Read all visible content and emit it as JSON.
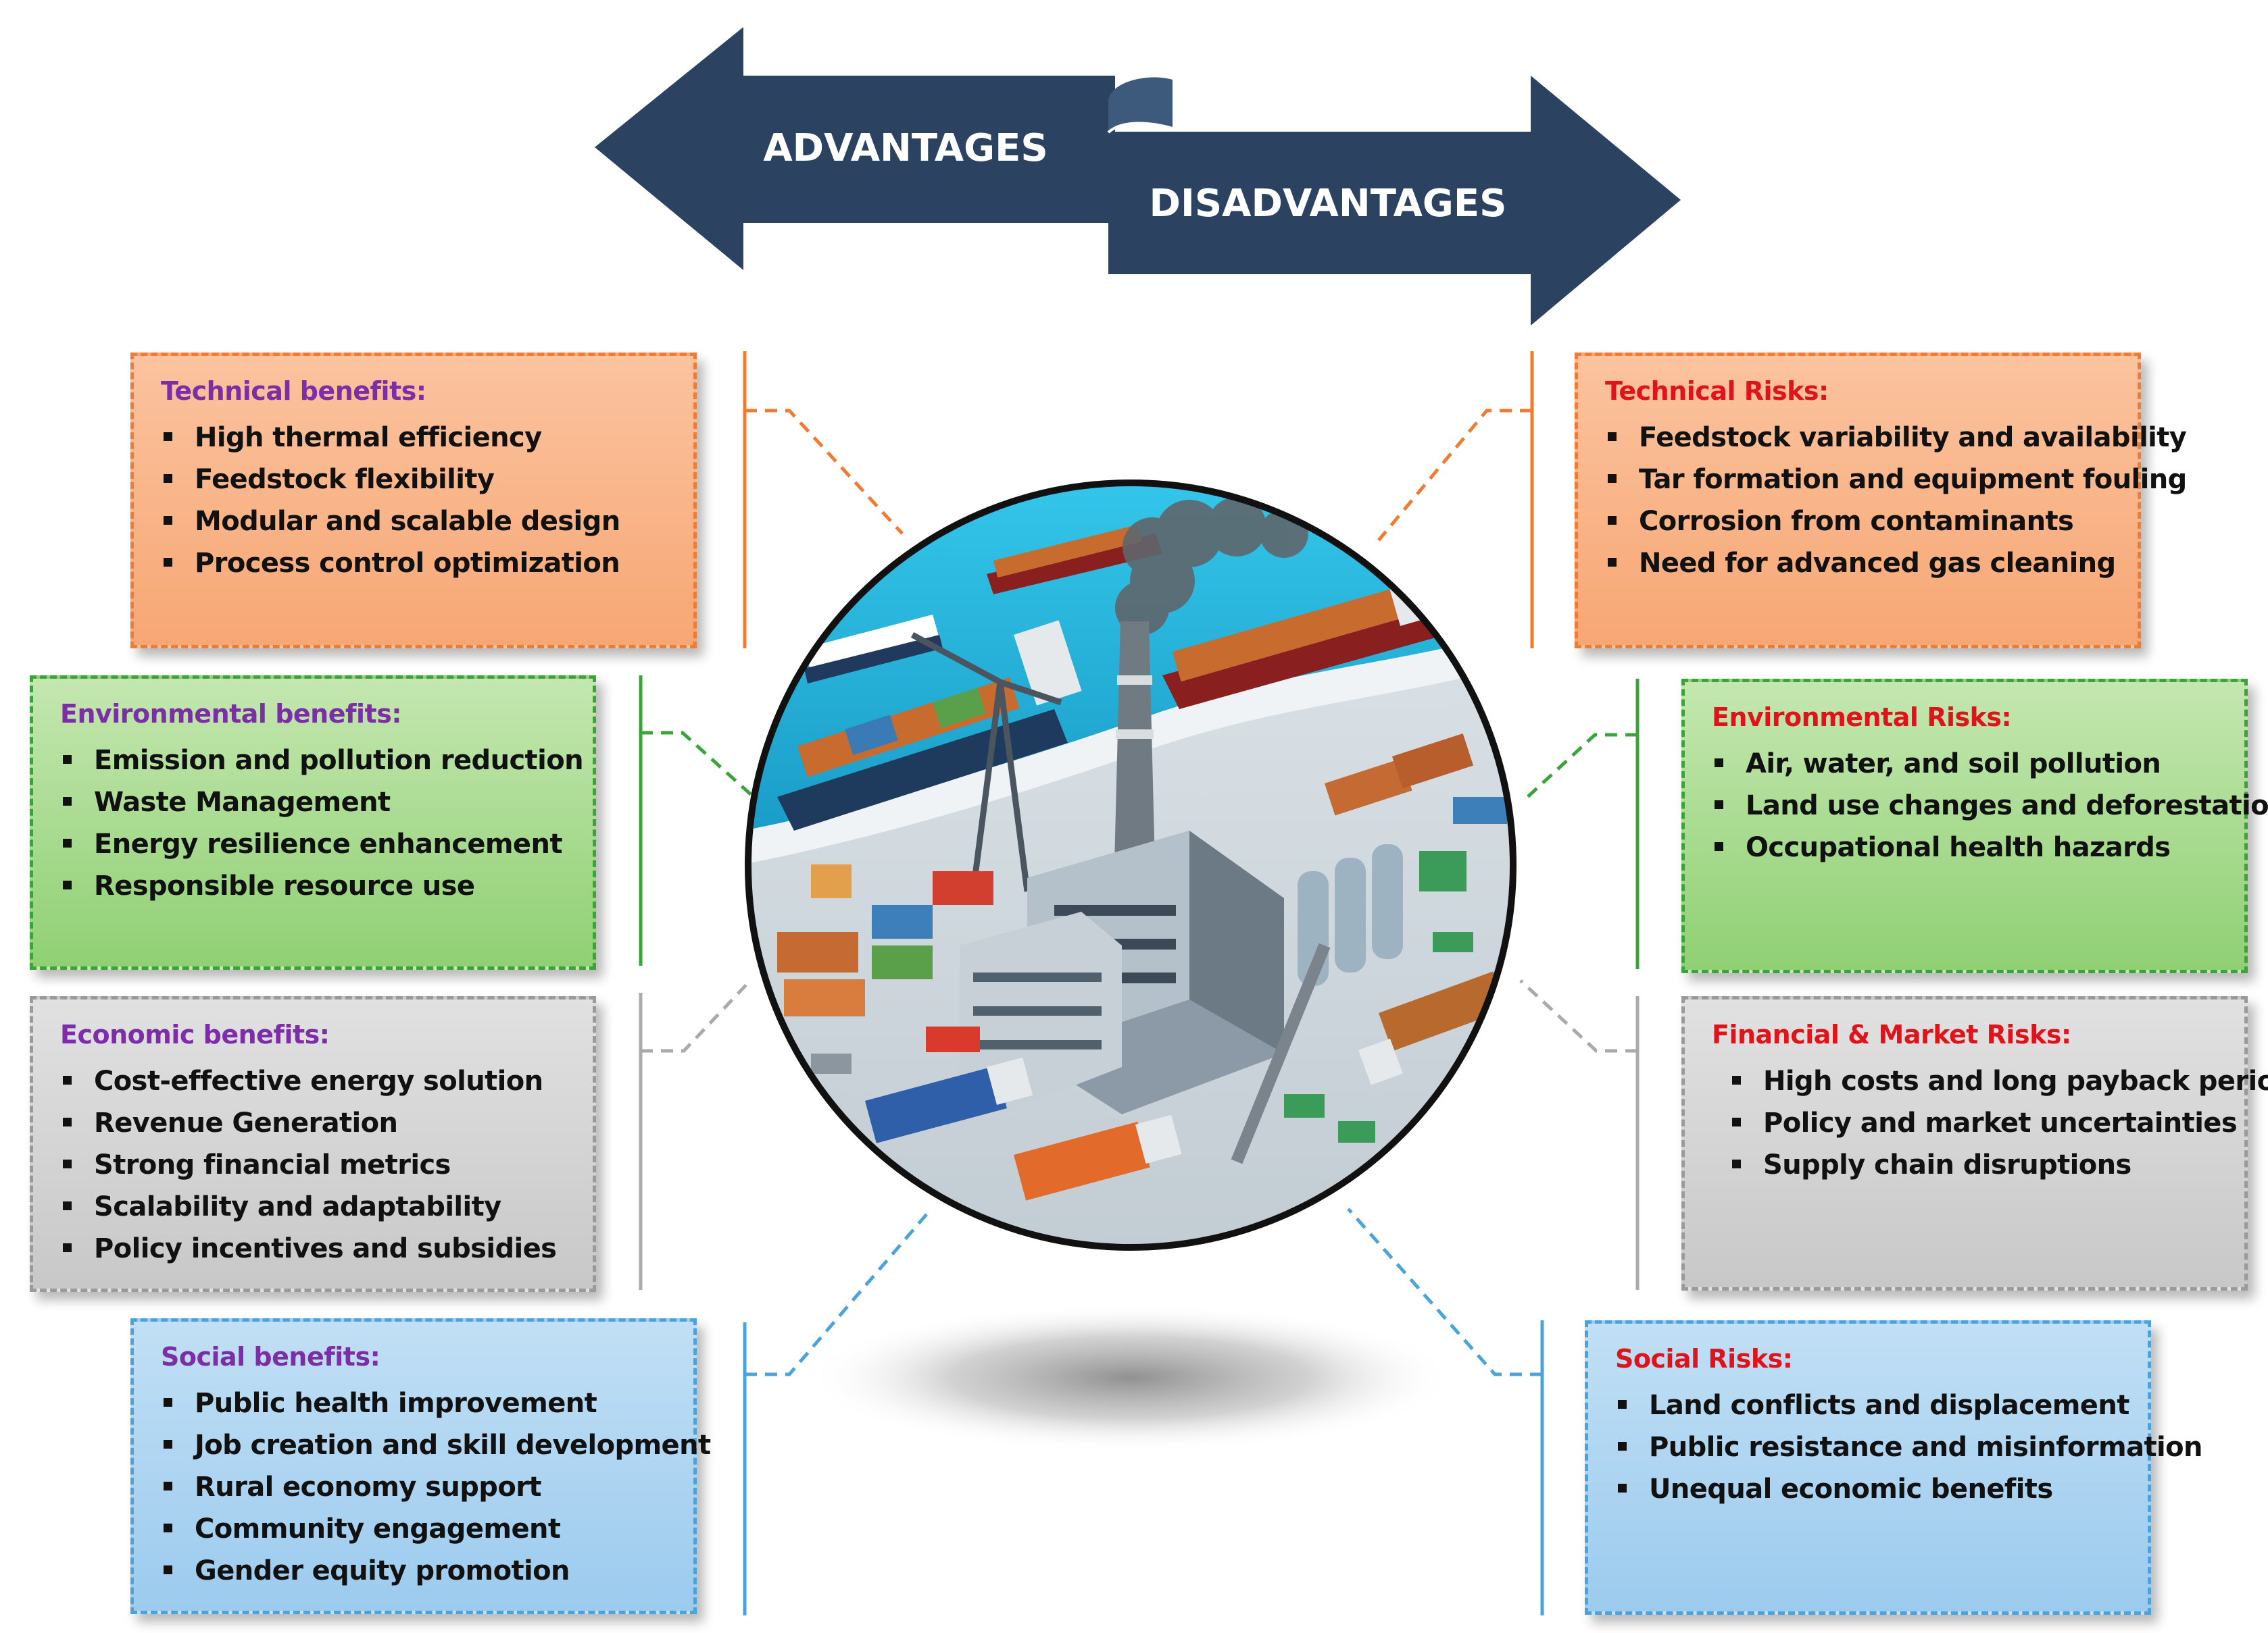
{
  "header": {
    "advantages_label": "ADVANTAGES",
    "disadvantages_label": "DISADVANTAGES"
  },
  "advantages": [
    {
      "title": "Technical benefits:",
      "items": [
        "High thermal efficiency",
        "Feedstock flexibility",
        "Modular and scalable design",
        "Process control optimization"
      ]
    },
    {
      "title": "Environmental benefits:",
      "items": [
        "Emission and pollution reduction",
        "Waste Management",
        "Energy resilience enhancement",
        "Responsible resource use"
      ]
    },
    {
      "title": "Economic benefits:",
      "items": [
        "Cost-effective energy solution",
        "Revenue Generation",
        "Strong financial metrics",
        "Scalability and adaptability",
        "Policy incentives and subsidies"
      ]
    },
    {
      "title": "Social benefits:",
      "items": [
        "Public health improvement",
        "Job creation and skill development",
        "Rural economy support",
        "Community engagement",
        "Gender equity promotion"
      ]
    }
  ],
  "disadvantages": [
    {
      "title": "Technical Risks:",
      "items": [
        "Feedstock variability and availability",
        "Tar formation and equipment fouling",
        "Corrosion from contaminants",
        "Need for advanced gas cleaning"
      ]
    },
    {
      "title": "Environmental Risks:",
      "items": [
        "Air, water, and soil pollution",
        "Land use changes and deforestation",
        "Occupational health hazards"
      ]
    },
    {
      "title": "Financial & Market Risks:",
      "items": [
        "High costs and long payback period",
        "Policy and market uncertainties",
        "Supply chain disruptions"
      ]
    },
    {
      "title": "Social Risks:",
      "items": [
        "Land conflicts and displacement",
        "Public resistance and misinformation",
        "Unequal economic benefits"
      ]
    }
  ],
  "colors": {
    "arrow": "#2b4361",
    "advantage_title": "#7b2ea8",
    "risk_title": "#e0121a",
    "technical": "#f7a774",
    "environmental": "#90d074",
    "economic": "#c8c8c8",
    "social": "#9ccbee"
  }
}
